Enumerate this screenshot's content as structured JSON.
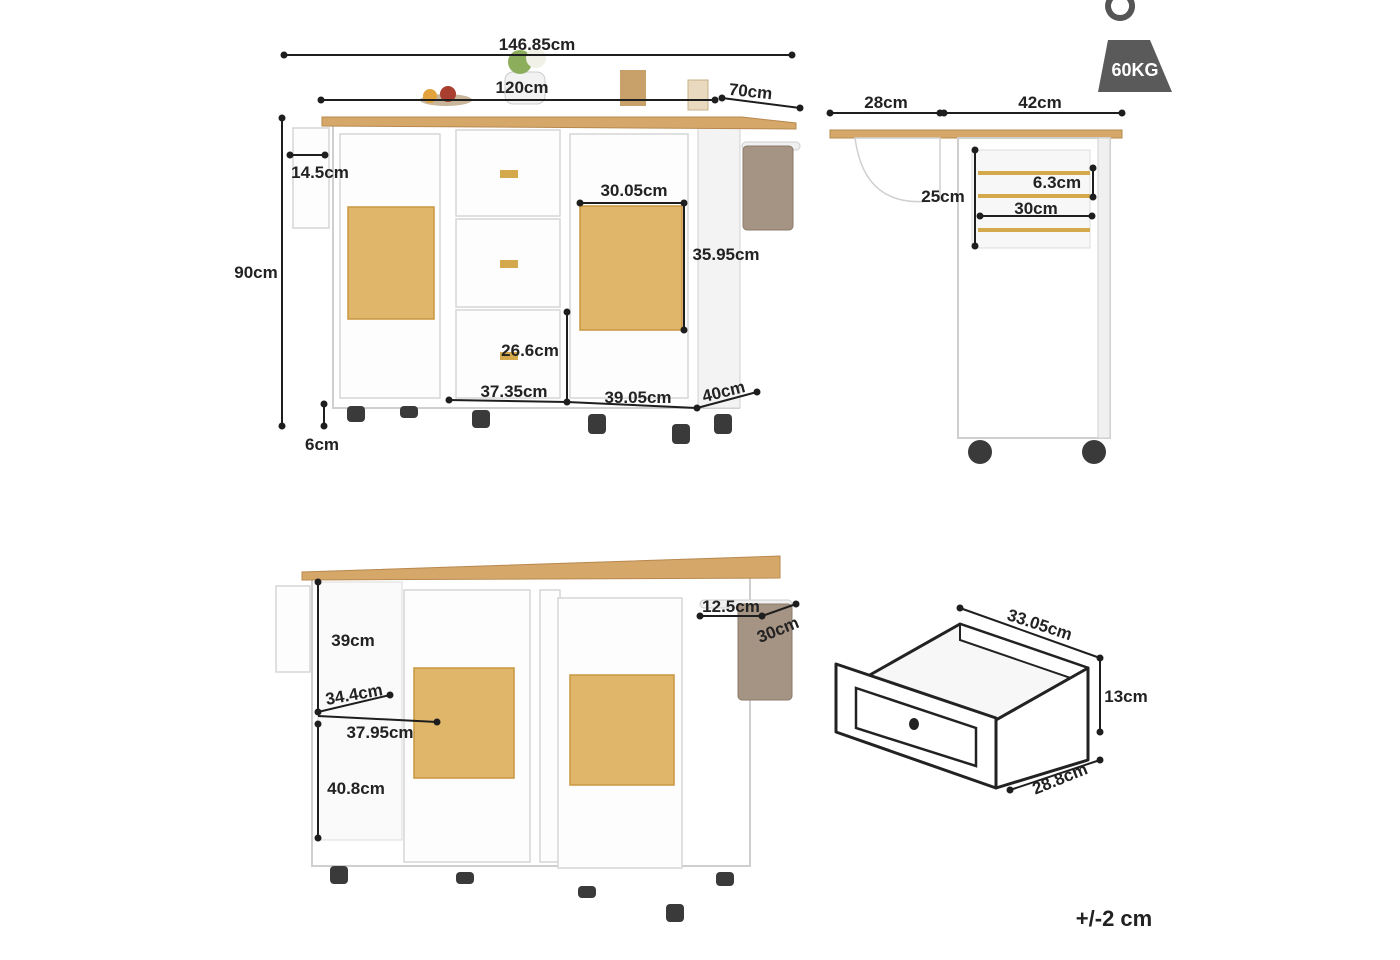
{
  "weight_badge": {
    "text": "60KG"
  },
  "front_view": {
    "overall_width": "146.85cm",
    "top_width": "120cm",
    "depth": "70cm",
    "hook_width": "14.5cm",
    "height": "90cm",
    "wheel_height": "6cm",
    "door_width": "30.05cm",
    "door_height": "35.95cm",
    "drawer_height": "26.6cm",
    "drawer_width": "37.35cm",
    "cabinet_width": "39.05cm",
    "side_depth": "40cm"
  },
  "side_view": {
    "leaf_width": "28cm",
    "top_depth": "42cm",
    "rack_spacing": "6.3cm",
    "rack_height": "25cm",
    "rack_width": "30cm"
  },
  "back_view": {
    "rail_length": "12.5cm",
    "rail_depth": "30cm",
    "upper_shelf_height": "39cm",
    "shelf_depth": "34.4cm",
    "shelf_width": "37.95cm",
    "lower_shelf_height": "40.8cm"
  },
  "drawer_sketch": {
    "inner_width": "33.05cm",
    "height": "13cm",
    "depth": "28.8cm"
  },
  "tolerance_note": "+/-2 cm"
}
